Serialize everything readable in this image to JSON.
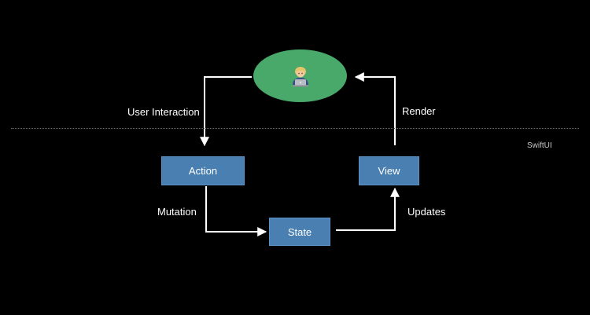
{
  "user_node": {
    "icon": "person-at-laptop-icon"
  },
  "boxes": {
    "action": "Action",
    "view": "View",
    "state": "State"
  },
  "edges": {
    "user_interaction": "User Interaction",
    "render": "Render",
    "mutation": "Mutation",
    "updates": "Updates"
  },
  "region_label": "SwiftUI",
  "colors": {
    "background": "#000000",
    "box_fill": "#4a7fb1",
    "user_fill": "#48a96a",
    "arrow": "#ffffff",
    "divider": "#6f6f6f"
  }
}
